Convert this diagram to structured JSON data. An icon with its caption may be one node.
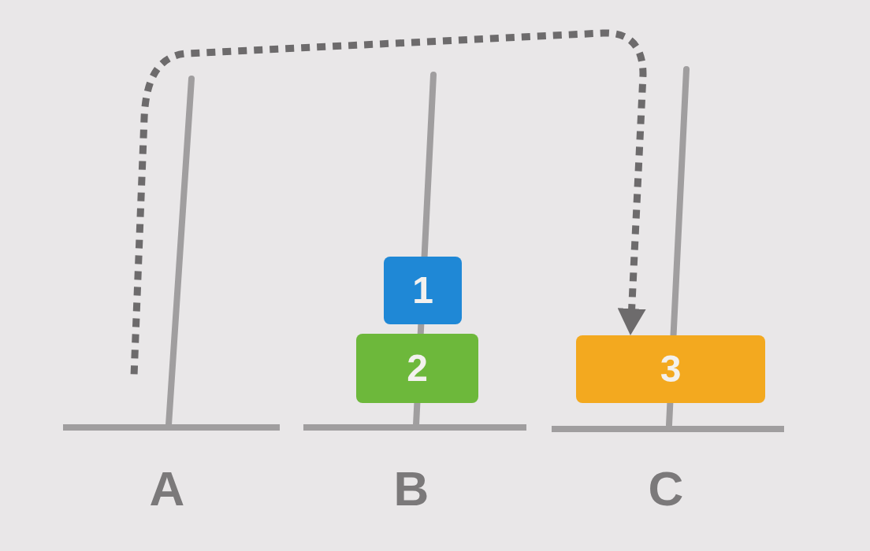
{
  "diagram": {
    "nodes": [
      {
        "text": [
          "1"
        ]
      },
      {
        "text": [
          "2"
        ]
      },
      {
        "text": [
          "3"
        ]
      }
    ],
    "edges": [
      {
        "from": null,
        "to": 2,
        "arrow": "to",
        "style": "dashed"
      }
    ],
    "labels": [
      "A",
      "B",
      "C"
    ]
  }
}
